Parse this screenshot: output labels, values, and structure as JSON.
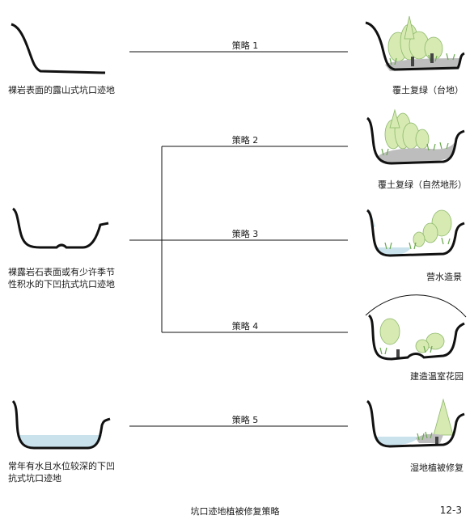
{
  "sources": [
    {
      "label_lines": [
        "裸岩表面的露山式坑口迹地"
      ]
    },
    {
      "label_lines": [
        "裸露岩石表面或有少许季节",
        "性积水的下凹抗式坑口迹地"
      ]
    },
    {
      "label_lines": [
        "常年有水且水位较深的下凹",
        "抗式坑口迹地"
      ]
    }
  ],
  "strategies": [
    {
      "label": "策略 1"
    },
    {
      "label": "策略 2"
    },
    {
      "label": "策略 3"
    },
    {
      "label": "策略 4"
    },
    {
      "label": "策略 5"
    }
  ],
  "results": [
    {
      "label": "覆土复绿（台地）"
    },
    {
      "label": "覆土复绿（自然地形）"
    },
    {
      "label": "营水造景"
    },
    {
      "label": "建造温室花园"
    },
    {
      "label": "湿地植被修复"
    }
  ],
  "caption": "坑口迹地植被修复策略",
  "page_number": "12-3",
  "colors": {
    "line": "#111111",
    "tree": "#d6eab2",
    "tree_stroke": "#8db86a",
    "water": "#c9e2ec",
    "grass": "#6aa84f",
    "soil": "#9a9a9a"
  }
}
